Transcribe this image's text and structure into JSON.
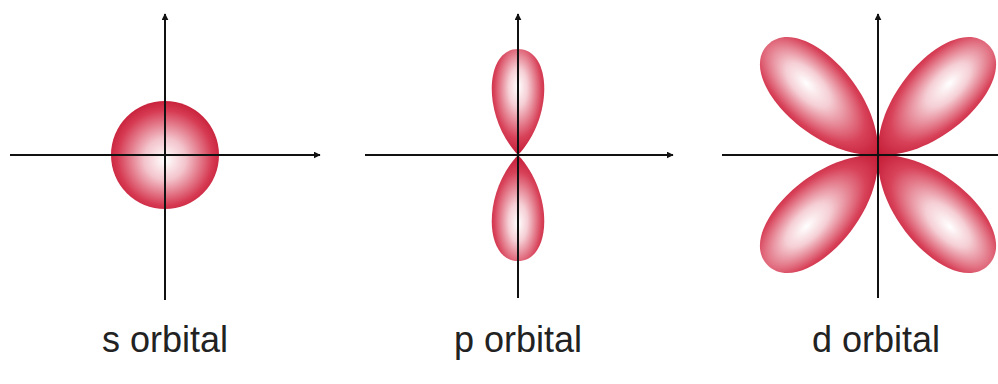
{
  "diagram": {
    "labels": [
      "s orbital",
      "p orbital",
      "d orbital"
    ]
  }
}
